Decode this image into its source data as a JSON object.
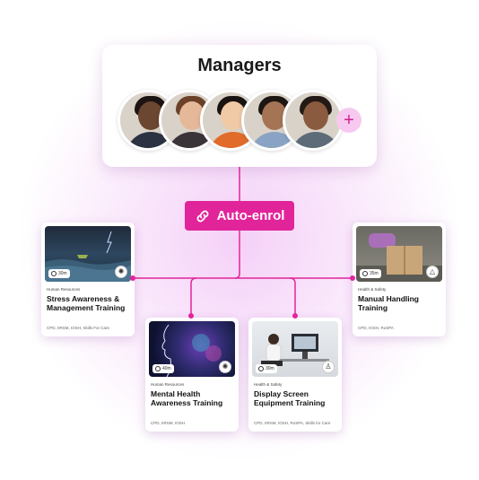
{
  "managers": {
    "title": "Managers",
    "avatars": [
      {
        "name": "manager-avatar-1",
        "skin": "#6b4631",
        "hair": "#1c1412",
        "shirt": "#2b3242"
      },
      {
        "name": "manager-avatar-2",
        "skin": "#e6b89a",
        "hair": "#6b4128",
        "shirt": "#3a3338"
      },
      {
        "name": "manager-avatar-3",
        "skin": "#f0c9a6",
        "hair": "#1a1411",
        "shirt": "#e16b2a"
      },
      {
        "name": "manager-avatar-4",
        "skin": "#a57454",
        "hair": "#1e1612",
        "shirt": "#8aa3c4"
      },
      {
        "name": "manager-avatar-5",
        "skin": "#8a5b3e",
        "hair": "#231a15",
        "shirt": "#5d6b78"
      }
    ],
    "add_label": "+"
  },
  "autoenrol": {
    "label": "Auto-enrol"
  },
  "courses": [
    {
      "category": "Human Resources",
      "title": "Stress Awareness & Management Training",
      "duration": "30m",
      "accreditations": "CPD, IIRSM, IOSH, Skills For Care",
      "badge_icon": "brain-icon"
    },
    {
      "category": "Health & Safety",
      "title": "Manual Handling Training",
      "duration": "35m",
      "accreditations": "CPD, IOSH, RoSPA",
      "badge_icon": "warning-icon"
    },
    {
      "category": "Human Resources",
      "title": "Mental Health Awareness Training",
      "duration": "40m",
      "accreditations": "CPD, IIRSM, IOSH",
      "badge_icon": "brain-icon"
    },
    {
      "category": "Health & Safety",
      "title": "Display Screen Equipment Training",
      "duration": "30m",
      "accreditations": "CPD, IIRSM, IOSH, RoSPA, Skills for Care",
      "badge_icon": "person-icon"
    }
  ],
  "colors": {
    "accent": "#e2249a",
    "accent_light": "#f7c9f0"
  }
}
